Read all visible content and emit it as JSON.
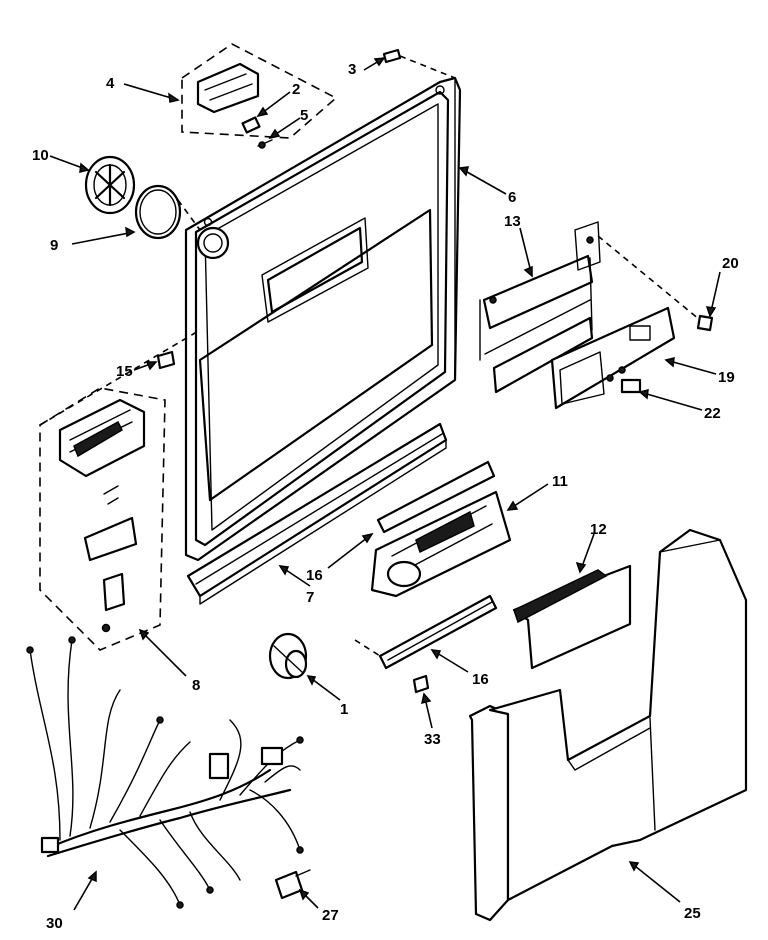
{
  "callouts": [
    {
      "id": "c1",
      "label": "1"
    },
    {
      "id": "c2",
      "label": "2"
    },
    {
      "id": "c3",
      "label": "3"
    },
    {
      "id": "c4",
      "label": "4"
    },
    {
      "id": "c5",
      "label": "5"
    },
    {
      "id": "c6",
      "label": "6"
    },
    {
      "id": "c7",
      "label": "7"
    },
    {
      "id": "c8",
      "label": "8"
    },
    {
      "id": "c9",
      "label": "9"
    },
    {
      "id": "c10",
      "label": "10"
    },
    {
      "id": "c11",
      "label": "11"
    },
    {
      "id": "c12",
      "label": "12"
    },
    {
      "id": "c13",
      "label": "13"
    },
    {
      "id": "c15",
      "label": "15"
    },
    {
      "id": "c16a",
      "label": "16"
    },
    {
      "id": "c16b",
      "label": "16"
    },
    {
      "id": "c19",
      "label": "19"
    },
    {
      "id": "c20",
      "label": "20"
    },
    {
      "id": "c22",
      "label": "22"
    },
    {
      "id": "c25",
      "label": "25"
    },
    {
      "id": "c27",
      "label": "27"
    },
    {
      "id": "c30",
      "label": "30"
    },
    {
      "id": "c33",
      "label": "33"
    }
  ]
}
